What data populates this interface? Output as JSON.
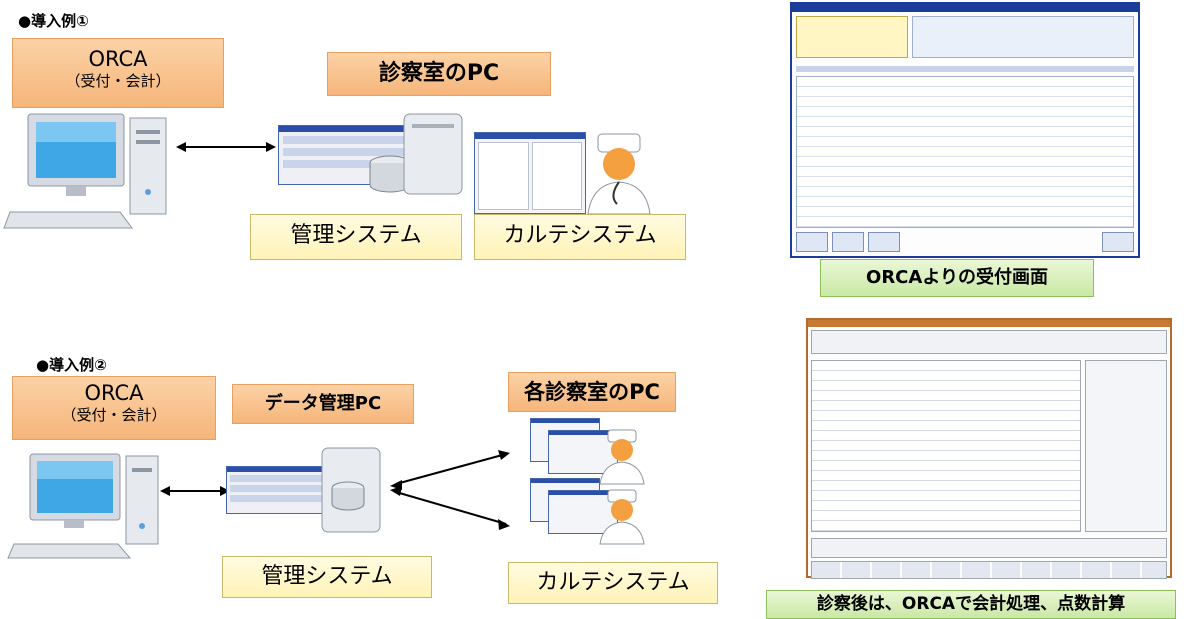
{
  "example1": {
    "heading": "●導入例①",
    "orca_title": "ORCA",
    "orca_sub": "（受付・会計）",
    "exam_room_pc": "診察室のPC",
    "management_system": "管理システム",
    "karte_system": "カルテシステム"
  },
  "example2": {
    "heading": "●導入例②",
    "orca_title": "ORCA",
    "orca_sub": "（受付・会計）",
    "data_pc": "データ管理PC",
    "each_exam_room_pc": "各診察室のPC",
    "management_system": "管理システム",
    "karte_system": "カルテシステム"
  },
  "captions": {
    "reception_screen": "ORCAよりの受付画面",
    "after_exam": "診察後は、ORCAで会計処理、点数計算"
  },
  "colors": {
    "orange": "#f6b57a",
    "yellow": "#fff3b8",
    "green": "#c9e8a4",
    "window_blue": "#2a4fa8"
  }
}
